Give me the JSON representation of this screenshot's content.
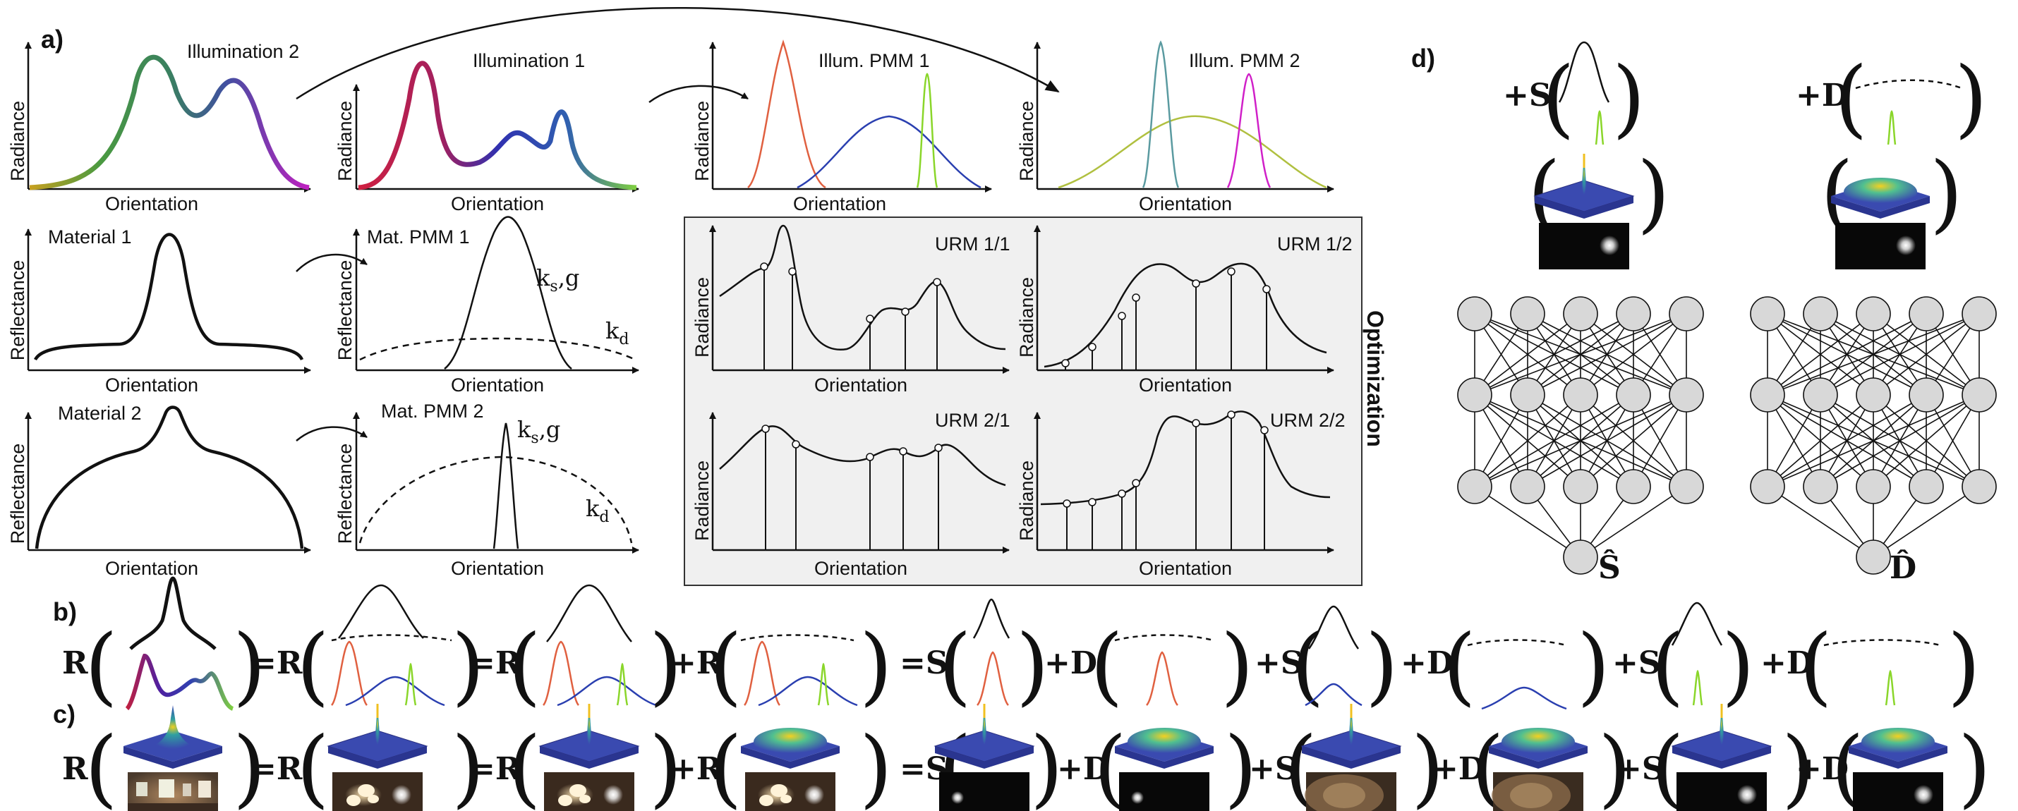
{
  "panel_letters": {
    "a": "a)",
    "b": "b)",
    "c": "c)",
    "d": "d)"
  },
  "axes": {
    "orientation": "Orientation",
    "radiance": "Radiance",
    "reflectance": "Reflectance"
  },
  "titles": {
    "illum2": "Illumination 2",
    "illum1": "Illumination 1",
    "pmm1": "Illum. PMM 1",
    "pmm2": "Illum. PMM 2",
    "mat1": "Material 1",
    "matpmm1": "Mat. PMM 1",
    "mat2": "Material 2",
    "matpmm2": "Mat. PMM 2",
    "urm11": "URM 1/1",
    "urm12": "URM 1/2",
    "urm21": "URM 2/1",
    "urm22": "URM 2/2"
  },
  "params": {
    "ks": "k",
    "ks_sub": "s",
    "g": ",g",
    "kd": "k",
    "kd_sub": "d"
  },
  "optimization": "Optimization",
  "operators": {
    "b": [
      "R",
      "=R",
      "=R",
      "+R",
      "=S",
      "+D",
      "+S",
      "+D",
      "+S",
      "+D"
    ],
    "c": [
      "R",
      "=R",
      "=R",
      "+R",
      "=S",
      "+D",
      "+S",
      "+D",
      "+S",
      "+D"
    ]
  },
  "d_panel": {
    "plus_s": "+S",
    "plus_d": "+D",
    "out_s": "Ŝ",
    "out_d": "D̂"
  },
  "colors": {
    "pmm_red": "#e06040",
    "pmm_blue": "#2a3fb0",
    "pmm_green": "#8ad62a",
    "pmm_teal": "#5a9aa0",
    "pmm_magenta": "#d020c8",
    "pmm_olive": "#b0c040",
    "urm_panel_bg": "#f0f0f0",
    "node_fill": "#d8d8d8"
  }
}
